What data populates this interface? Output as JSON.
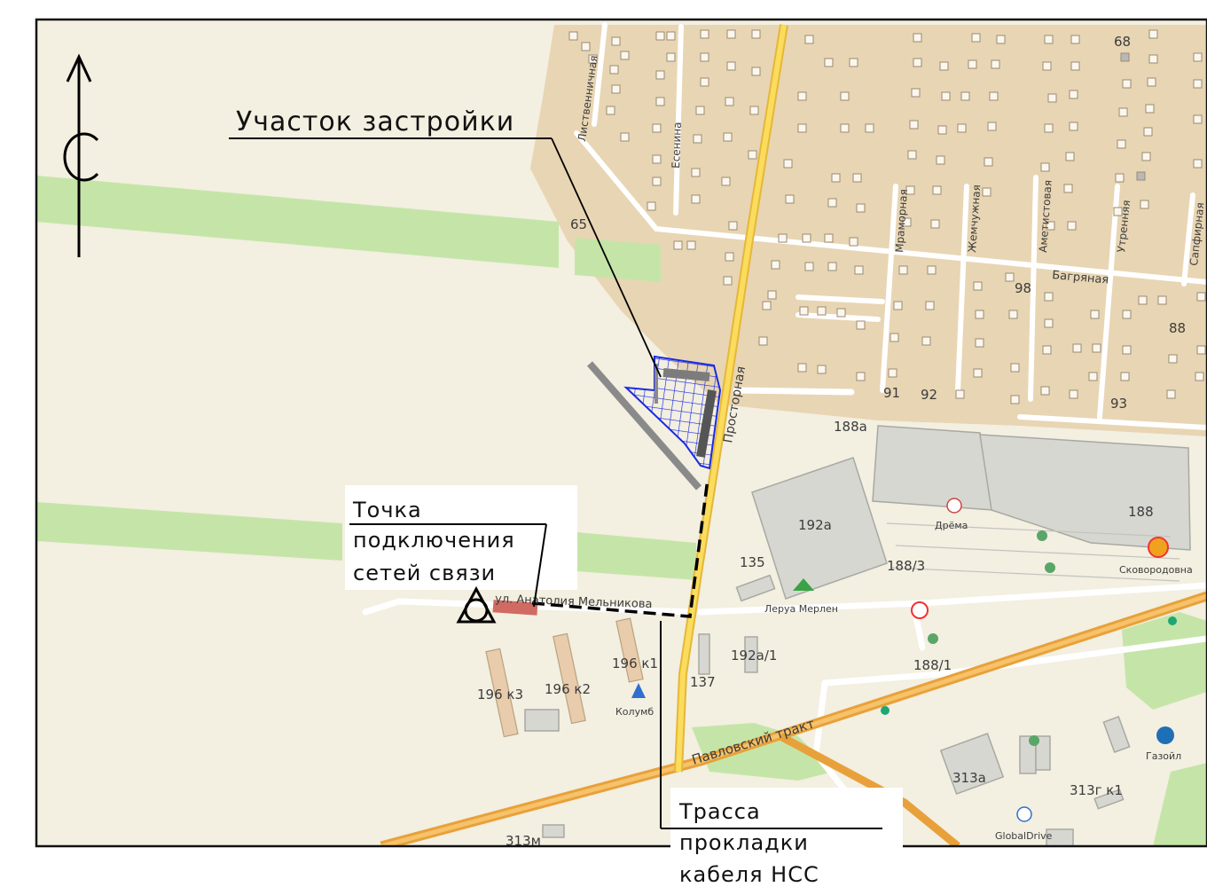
{
  "annotations": {
    "site": "Участок застройки",
    "connection": [
      "Точка",
      "подключения",
      "сетей  связи"
    ],
    "route": [
      "Трасса",
      "прокладки",
      "кабеля  НСС"
    ],
    "north": "С"
  },
  "streets": {
    "prostornaya": "Просторная",
    "bagryanaya": "Багряная",
    "pavlovsky": "Павловский тракт",
    "melnikova": "ул. Анатолия Мельникова",
    "listvennichnaya": "Лиственничная",
    "eseninа": "Есенина",
    "mramornaya": "Мраморная",
    "zhemchuzhnaya": "Жемчужная",
    "ametistovaya": "Аметистовая",
    "utrennyaya": "Утренняя",
    "sapfirnaya": "Сапфирная"
  },
  "house_numbers": {
    "h68": "68",
    "h65": "65",
    "h98": "98",
    "h88": "88",
    "h91": "91",
    "h92": "92",
    "h93": "93",
    "h188a": "188а",
    "h188": "188",
    "h192a": "192а",
    "h135": "135",
    "h188_3": "188/3",
    "h192a_1": "192а/1",
    "h188_1": "188/1",
    "h196k1": "196 к1",
    "h196k2": "196 к2",
    "h196k3": "196 к3",
    "h137": "137",
    "h313a": "313а",
    "h313gk1": "313г к1",
    "h313m": "313м"
  },
  "pois": {
    "drema": "Дрёма",
    "leroy": "Леруа Мерлен",
    "skovorodovna": "Сковородовна",
    "kolumb": "Колумб",
    "gazoil": "Газойл",
    "globaldrive": "GlobalDrive"
  },
  "colors": {
    "background": "#f3efe1",
    "residential": "#e8d5b3",
    "green": "#c5e5a8",
    "main_road": "#f5c84a",
    "orange_road": "#f0a83a",
    "building": "#d7d7d2",
    "site_hatch": "#1a2be0"
  }
}
